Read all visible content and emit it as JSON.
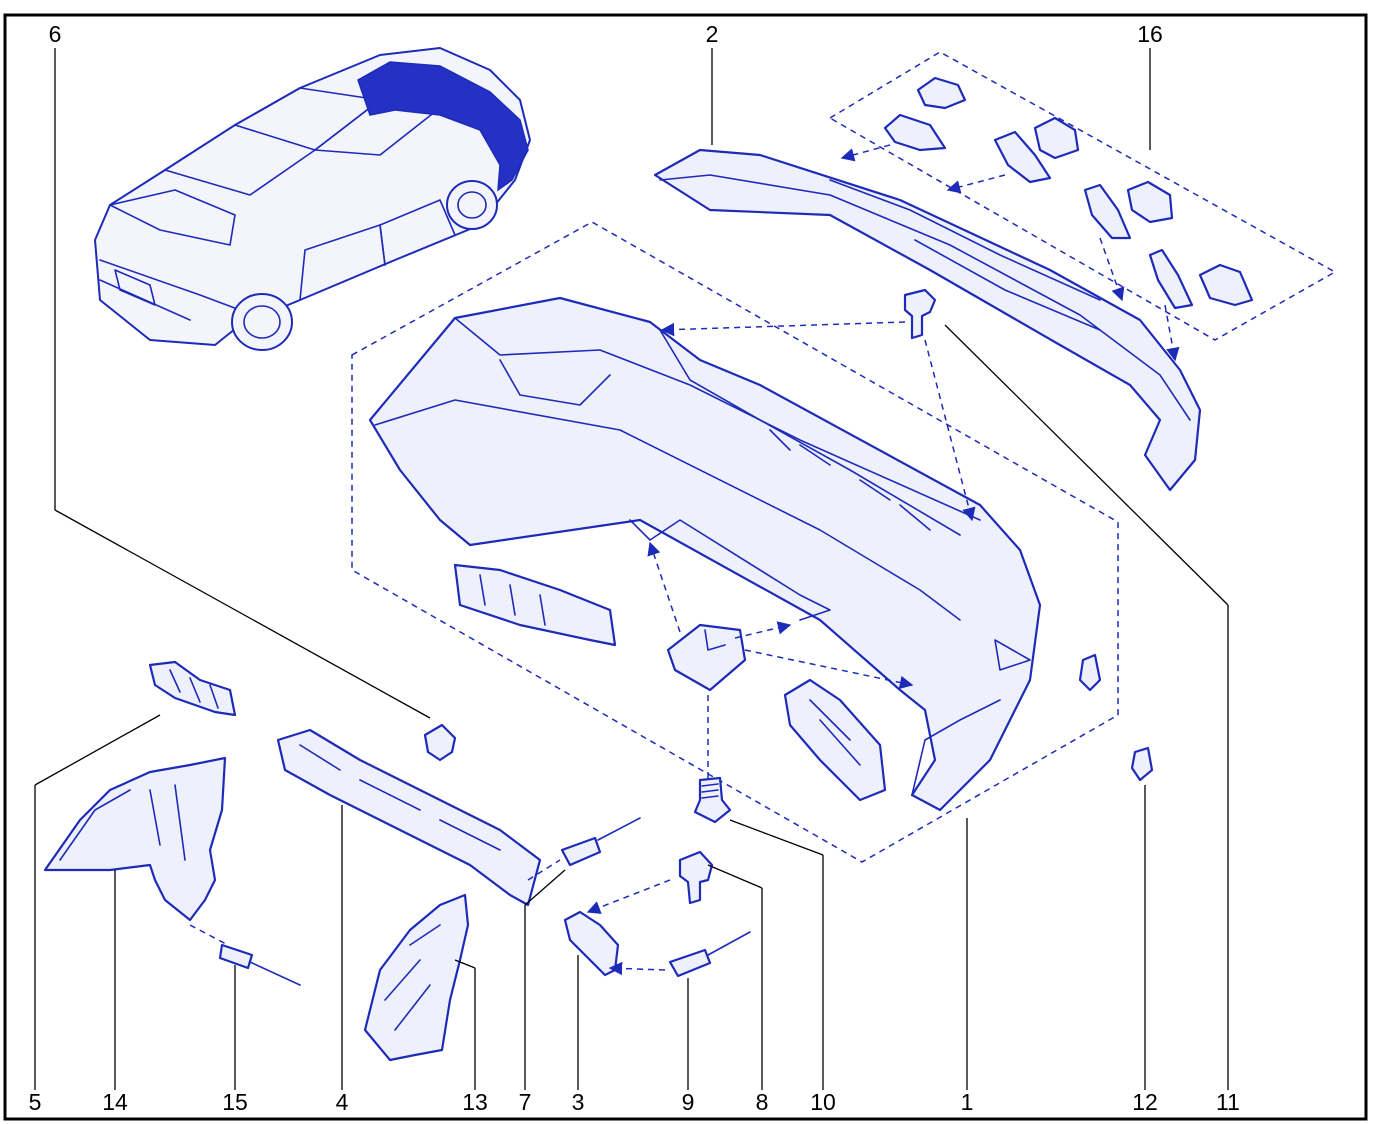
{
  "diagram": {
    "part_numbers": {
      "p1": "1",
      "p2": "2",
      "p3": "3",
      "p4": "4",
      "p5": "5",
      "p6": "6",
      "p7": "7",
      "p8": "8",
      "p9": "9",
      "p10": "10",
      "p11": "11",
      "p12": "12",
      "p13": "13",
      "p14": "14",
      "p15": "15",
      "p16": "16"
    },
    "colors": {
      "line": "#1d2bb8",
      "fill": "#eef0fb",
      "highlight": "#2431c4",
      "leader": "#000000"
    }
  }
}
